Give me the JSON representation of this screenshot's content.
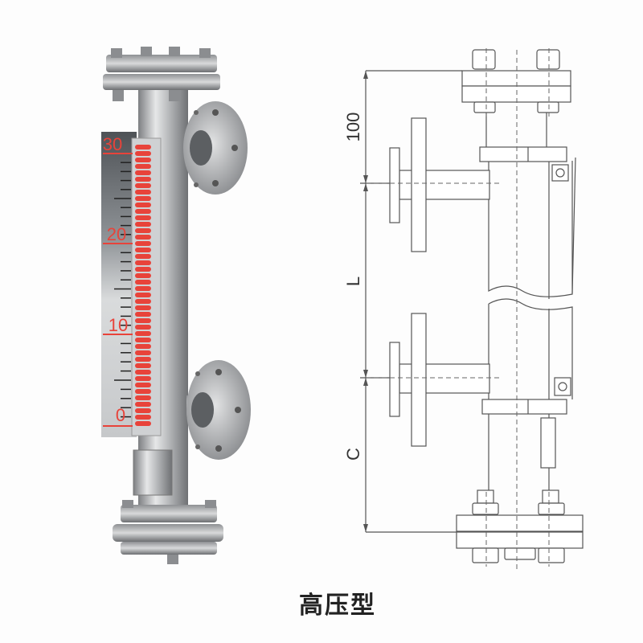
{
  "caption": "高压型",
  "gauge_photo": {
    "scale_labels": [
      "30",
      "20",
      "10",
      "0"
    ],
    "float_color": "#e8433a",
    "scale_color": "#e8433a"
  },
  "drawing": {
    "dimension_labels": {
      "top": "100",
      "middle": "L",
      "bottom": "C"
    }
  }
}
